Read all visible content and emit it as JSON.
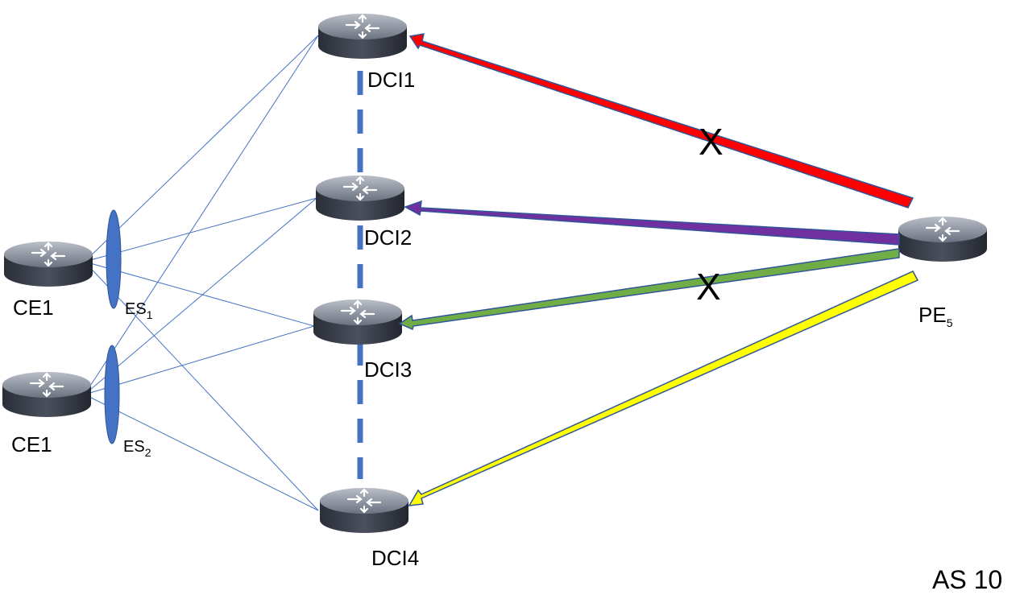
{
  "nodes": {
    "dci1": {
      "label": "DCI1"
    },
    "dci2": {
      "label": "DCI2"
    },
    "dci3": {
      "label": "DCI3"
    },
    "dci4": {
      "label": "DCI4"
    },
    "ce1_top": {
      "label": "CE1"
    },
    "ce1_bottom": {
      "label": "CE1"
    },
    "pe5": {
      "label": "PE",
      "sub": "5"
    }
  },
  "segments": {
    "es1": {
      "label": "ES",
      "sub": "1"
    },
    "es2": {
      "label": "ES",
      "sub": "2"
    }
  },
  "paths": [
    {
      "from": "PE5",
      "to": "DCI1",
      "color": "#ff0000",
      "failed": true
    },
    {
      "from": "PE5",
      "to": "DCI2",
      "color": "#7030a0",
      "failed": false
    },
    {
      "from": "PE5",
      "to": "DCI3",
      "color": "#70ad47",
      "failed": true
    },
    {
      "from": "PE5",
      "to": "DCI4",
      "color": "#ffff00",
      "failed": false
    }
  ],
  "marks": {
    "x1": "X",
    "x2": "X"
  },
  "as_label": "AS 10",
  "colors": {
    "link": "#4472c4",
    "dashed": "#4472c4",
    "es": "#4472c4",
    "arrow_outline": "#2f5597"
  }
}
